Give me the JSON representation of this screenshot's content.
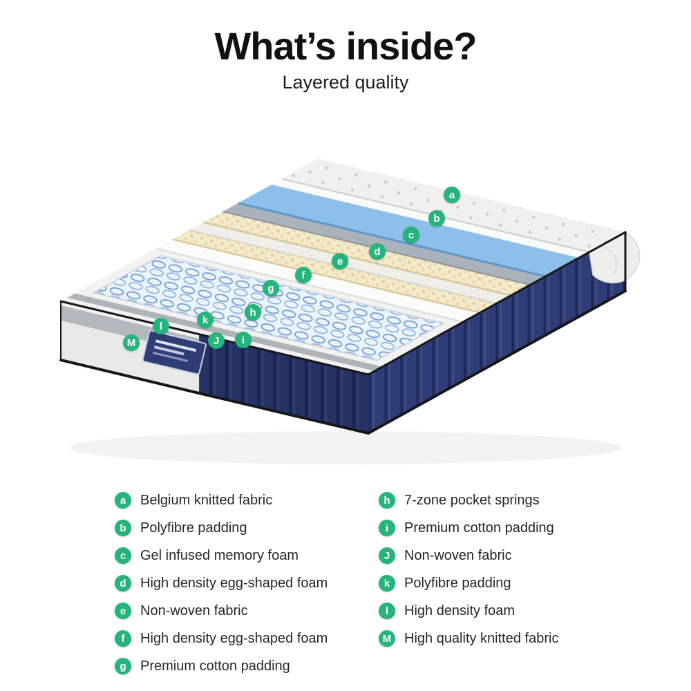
{
  "page": {
    "title": "What’s inside?",
    "subtitle": "Layered quality"
  },
  "colors": {
    "accent_green": "#25b47b",
    "navy": "#2e3d77",
    "foam_blue": "#8cbfe9",
    "egg_foam_cream": "#f4e9c8",
    "spring_blue": "#6d9ed6"
  },
  "diagram": {
    "badges": [
      {
        "letter": "a"
      },
      {
        "letter": "b"
      },
      {
        "letter": "c"
      },
      {
        "letter": "d"
      },
      {
        "letter": "e"
      },
      {
        "letter": "f"
      },
      {
        "letter": "g"
      },
      {
        "letter": "h"
      },
      {
        "letter": "i"
      },
      {
        "letter": "J"
      },
      {
        "letter": "k"
      },
      {
        "letter": "l"
      },
      {
        "letter": "M"
      }
    ]
  },
  "legend": {
    "left": [
      {
        "letter": "a",
        "label": "Belgium knitted fabric"
      },
      {
        "letter": "b",
        "label": "Polyfibre padding"
      },
      {
        "letter": "c",
        "label": "Gel infused memory foam"
      },
      {
        "letter": "d",
        "label": "High density egg-shaped foam"
      },
      {
        "letter": "e",
        "label": "Non-woven fabric"
      },
      {
        "letter": "f",
        "label": "High density egg-shaped foam"
      },
      {
        "letter": "g",
        "label": "Premium cotton padding"
      }
    ],
    "right": [
      {
        "letter": "h",
        "label": "7-zone pocket springs"
      },
      {
        "letter": "i",
        "label": "Premium cotton padding"
      },
      {
        "letter": "J",
        "label": "Non-woven fabric"
      },
      {
        "letter": "k",
        "label": "Polyfibre padding"
      },
      {
        "letter": "l",
        "label": "High density foam"
      },
      {
        "letter": "M",
        "label": "High quality knitted fabric"
      }
    ]
  }
}
